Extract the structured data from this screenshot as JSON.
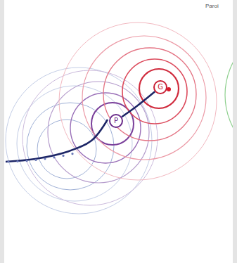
{
  "diagram": {
    "nodes": [
      {
        "text": [
          "P"
        ]
      },
      {
        "text": [
          "G"
        ]
      }
    ],
    "edges": [
      {
        "from": 0,
        "to": 1,
        "arrow": "none"
      }
    ],
    "labels": [
      "Paroi"
    ]
  }
}
